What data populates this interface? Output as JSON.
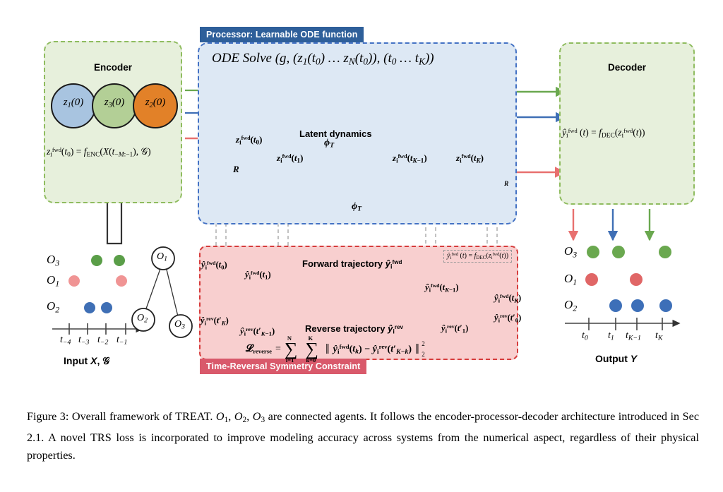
{
  "figure": {
    "encoder": {
      "title": "Encoder",
      "nodes": [
        {
          "label": "z₁(0)",
          "color": "#a8c4e0"
        },
        {
          "label": "z₃(0)",
          "color": "#b3cf96"
        },
        {
          "label": "z₂(0)",
          "color": "#e28128"
        }
      ],
      "formula": "z_i^fwd(t_0) = f_ENC(X(t_{-M:-1}), G)"
    },
    "processor": {
      "tag": "Processor: Learnable ODE function",
      "ode_solve": "ODE Solve (g, (z₁(t₀) … z_N(t₀)), (t₀ … t_K))",
      "latent_dynamics_label": "Latent dynamics",
      "forward_flow_symbol": "ϕ_T",
      "reverse_flow_symbol": "ϕ_T",
      "reversal_operator": "R",
      "z_labels": [
        "z_i^fwd(t_0)",
        "z_i^fwd(t_1)",
        "z_i^fwd(t_{K-1})",
        "z_i^fwd(t_K)"
      ]
    },
    "decoder": {
      "title": "Decoder",
      "formula": "ŷ_i^fwd (t) = f_DEC(z_i^fwd(t))"
    },
    "trs": {
      "tag": "Time-Reversal Symmetry Constraint",
      "forward_trajectory_label": "Forward trajectory ŷ_i^fwd",
      "reverse_trajectory_label": "Reverse trajectory ŷ_i^rev",
      "decoder_formula": "ŷ_i^fwd (t) = f_DEC(z_i^fwd(t))",
      "forward_labels": [
        "ŷ_i^fwd(t_0)",
        "ŷ_i^fwd(t_1)",
        "ŷ_i^fwd(t_{K-1})",
        "ŷ_i^fwd(t_K)"
      ],
      "reverse_labels": [
        "ŷ_i^rev(t'_K)",
        "ŷ_i^rev(t'_{K-1})",
        "ŷ_i^rev(t'_1)",
        "ŷ_i^rev(t'_0)"
      ],
      "loss_name": "L_reverse",
      "loss_equation": "L_reverse = sum_{i=1}^{N} sum_{k=0}^{K} || ŷ_i^fwd(t_k) - ŷ_i^rev(t'_{K-k}) ||_2^2"
    },
    "input_plot": {
      "caption": "Input X, G",
      "series_labels": [
        "O₃",
        "O₁",
        "O₂"
      ],
      "tick_labels": [
        "t₋₄",
        "t₋₃",
        "t₋₂",
        "t₋₁"
      ],
      "graph_nodes": [
        "O₁",
        "O₂",
        "O₃"
      ],
      "colors": {
        "O3": "#5a9e48",
        "O1": "#f09494",
        "O2": "#3f6fb5"
      }
    },
    "output_plot": {
      "caption": "Output Y",
      "series_labels": [
        "O₃",
        "O₁",
        "O₂"
      ],
      "tick_labels": [
        "t₀",
        "t₁",
        "t_{K-1}",
        "t_K"
      ],
      "colors": {
        "O3": "#6aa84f",
        "O1": "#e06666",
        "O2": "#3d6fb8"
      }
    },
    "colors": {
      "green": "#6aa84f",
      "blue": "#3f6fb5",
      "red": "#e8706f",
      "red_light": "#f2a8a6",
      "processor_fill": "#dde8f4",
      "processor_border": "#4472c4",
      "encoder_fill": "#e7f0dc",
      "encoder_border": "#8fbc5f",
      "trs_fill": "#f8cfcf",
      "trs_border": "#d63c3c",
      "tag_blue": "#2e5f9a",
      "tag_red": "#d9596b"
    }
  },
  "caption": {
    "text": "Figure 3: Overall framework of TREAT. O₁, O₂, O₃ are connected agents. It follows the encoder-processor-decoder architecture introduced in Sec 2.1. A novel TRS loss is incorporated to improve modeling accuracy across systems from the numerical aspect, regardless of their physical properties."
  }
}
